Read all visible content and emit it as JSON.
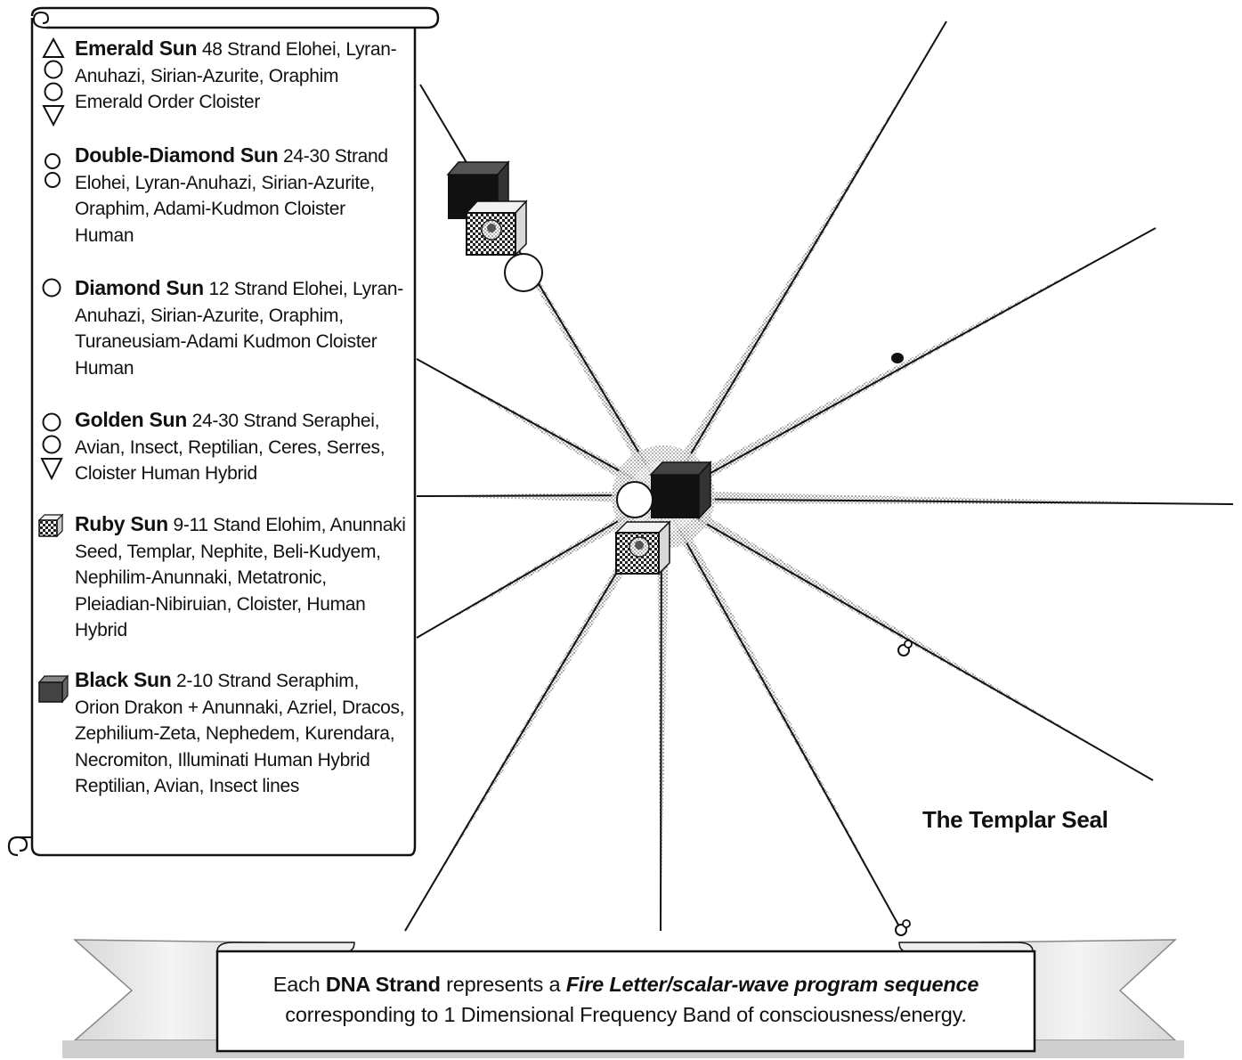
{
  "legend": {
    "entries": [
      {
        "name": "Emerald Sun",
        "desc": " 48 Strand Elohei, Lyran-Anuhazi, Sirian-Azurite, Oraphim Emerald Order Cloister",
        "icon": "triangle-circle-circle-triangle-icon"
      },
      {
        "name": "Double-Diamond Sun",
        "desc": " 24-30 Strand Elohei, Lyran-Anuhazi, Sirian-Azurite, Oraphim, Adami-Kudmon Cloister Human",
        "icon": "double-circle-icon"
      },
      {
        "name": "Diamond Sun",
        "desc": " 12 Strand Elohei, Lyran-Anuhazi, Sirian-Azurite, Oraphim, Turaneusiam-Adami Kudmon Cloister Human",
        "icon": "circle-icon"
      },
      {
        "name": "Golden Sun",
        "desc": " 24-30 Strand Seraphei, Avian, Insect, Reptilian, Ceres, Serres, Cloister Human Hybrid",
        "icon": "circle-circle-triangle-icon"
      },
      {
        "name": "Ruby Sun",
        "desc": " 9-11 Stand Elohim, Anunnaki Seed, Templar, Nephite, Beli-Kudyem, Nephilim-Anunnaki, Metatronic, Pleiadian-Nibiruian, Cloister, Human Hybrid",
        "icon": "checkered-cube-icon"
      },
      {
        "name": "Black Sun",
        "desc": " 2-10 Strand Seraphim, Orion Drakon + Anunnaki, Azriel, Dracos, Zephilium-Zeta, Nephedem, Kurendara, Necromiton, Illuminati Human Hybrid Reptilian, Avian, Insect lines",
        "icon": "black-cube-icon"
      }
    ]
  },
  "seal_title": "The Templar Seal",
  "banner": {
    "line1_a": "Each ",
    "line1_b": "DNA Strand",
    "line1_c": " represents a ",
    "line1_d": "Fire Letter/scalar-wave program sequence",
    "line2": "corresponding to 1 Dimensional Frequency Band of consciousness/energy."
  },
  "colors": {
    "ink": "#111111",
    "paper": "#ffffff",
    "ray_stipple": "#9a9a9a"
  }
}
